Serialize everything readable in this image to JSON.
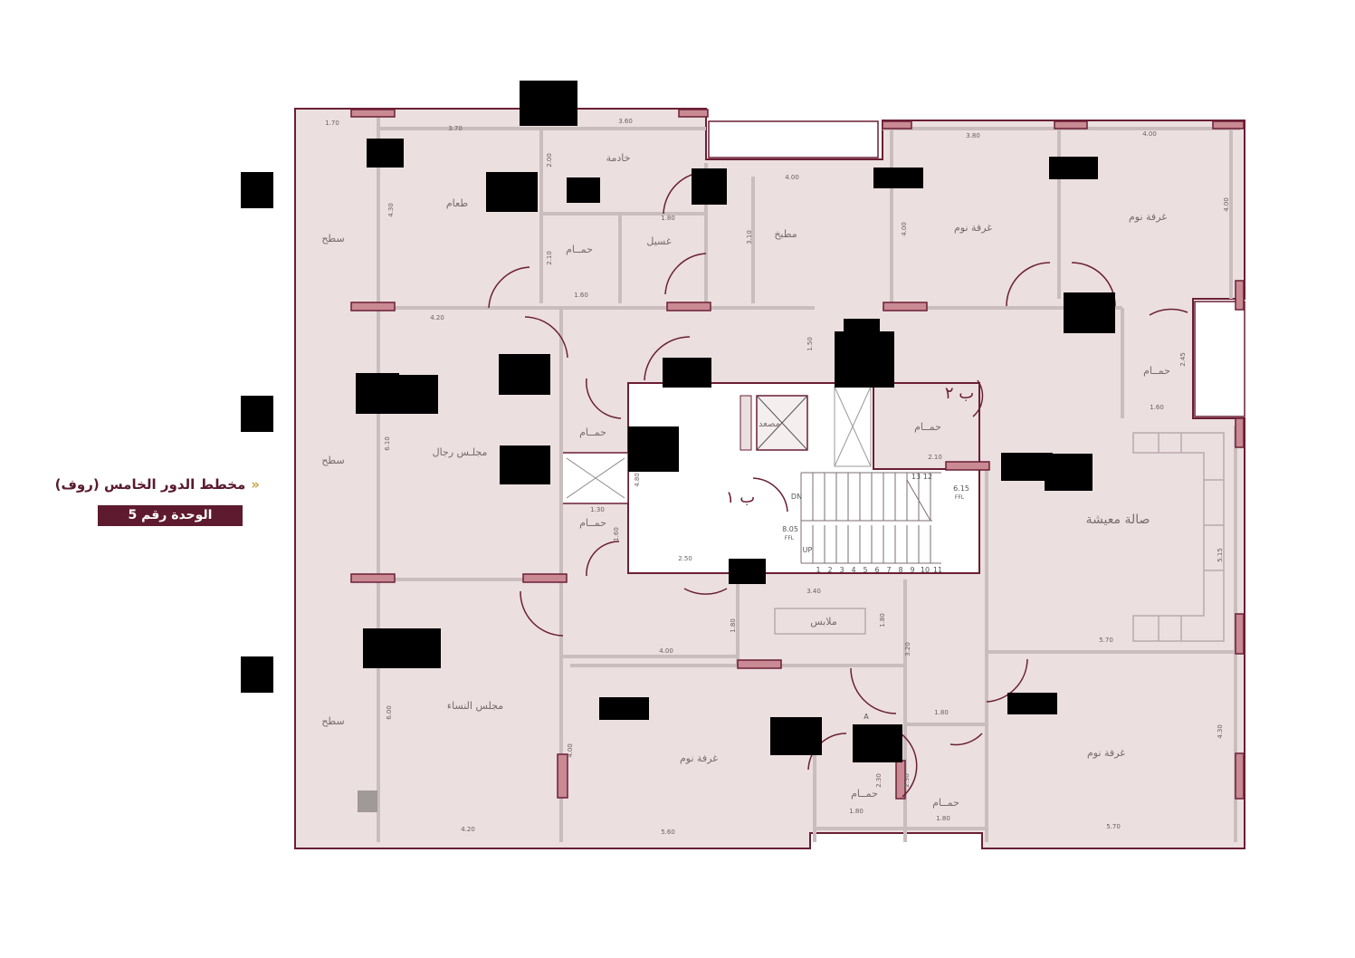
{
  "legend": {
    "title": "مخطط الدور الخامس (روف)",
    "unit": "الوحدة رقم 5"
  },
  "rooms": {
    "roof_top": "سطح",
    "roof_mid": "سطح",
    "roof_bottom": "سطح",
    "dining": "طعام",
    "maid": "خادمة",
    "bath_maid": "حمــام",
    "laundry": "غسيل",
    "kitchen": "مطبخ",
    "bedroom_top_left": "غرفة نوم",
    "bedroom_top_right": "غرفة نوم",
    "bath_right": "حمــام",
    "mens_majlis": "مجلـس رجال",
    "bath_center_1": "حمــام",
    "bath_center_2": "حمــام",
    "elevator": "مصعد",
    "bath_b2": "حمــام",
    "living": "صالة معيشة",
    "closet": "ملابس",
    "womens_majlis": "مجلس النساء",
    "bedroom_bottom_center": "غرفة نوم",
    "bath_bottom_1": "حمــام",
    "bath_bottom_2": "حمــام",
    "bedroom_bottom_right": "غرفة نوم"
  },
  "tags": {
    "b1": "ب ١",
    "b2": "ب ٢",
    "dn": "DN",
    "up": "UP",
    "ffl": "FFL",
    "level_1": "6.15",
    "level_2": "8.05",
    "a_tag": "A",
    "stair_numbers_top": [
      "13",
      "12"
    ],
    "stair_numbers_bottom": [
      "1",
      "2",
      "3",
      "4",
      "5",
      "6",
      "7",
      "8",
      "9",
      "10",
      "11"
    ]
  },
  "dimensions": {
    "d170": "1.70",
    "d370": "3.70",
    "d360": "3.60",
    "d380": "3.80",
    "d400_top": "4.00",
    "d200": "2.00",
    "d430": "4.30",
    "d400_kitchen": "4.00",
    "d180_a": "1.80",
    "d210": "2.10",
    "d310": "3.10",
    "d400_bed1": "4.00",
    "d400_bed2": "4.00",
    "d160_a": "1.60",
    "d420_a": "4.20",
    "d150": "1.50",
    "d245": "2.45",
    "d160_b": "1.60",
    "d610": "6.10",
    "d480": "4.80",
    "d130": "1.30",
    "d160_c": "1.60",
    "d250": "2.50",
    "d210_b": "2.10",
    "d340": "3.40",
    "d180_b": "1.80",
    "d180_c": "1.80",
    "d400_mid": "4.00",
    "d320": "3.20",
    "d570_a": "5.70",
    "d515": "5.15",
    "d600": "6.00",
    "d400_bed3": "4.00",
    "d180_d": "1.80",
    "d230_a": "2.30",
    "d230_b": "2.30",
    "d430_b": "4.30",
    "d420_b": "4.20",
    "d560": "5.60",
    "d180_e": "1.80",
    "d180_f": "1.80",
    "d570_b": "5.70"
  },
  "colors": {
    "floor": "#ebdfe0",
    "wall": "#6b1f35",
    "inner_wall": "#c9bdbe",
    "text": "#7a6a6c",
    "legend_bg": "#5e1a2f",
    "chevron": "#c9a24a",
    "core_bg": "#ffffff"
  }
}
